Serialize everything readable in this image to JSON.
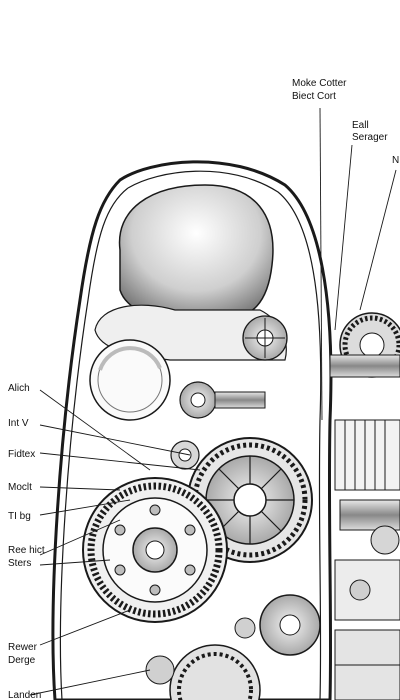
{
  "labels": {
    "top_right_1": "Moke Cotter",
    "top_right_2": "Biect Cort",
    "right_1": "Eall",
    "right_2": "Serager",
    "right_3": "N",
    "left_1": "Alich",
    "left_2": "Int V",
    "left_3": "Fidtex",
    "left_4": "Moclt",
    "left_5": "TI bg",
    "left_6a": "Ree hict",
    "left_6b": "Sters",
    "left_7a": "Rewer",
    "left_7b": "Derge",
    "left_8": "Landen"
  },
  "colors": {
    "line": "#1a1a1a",
    "shade_dark": "#8a8a8a",
    "shade_light": "#e8e8e8",
    "background": "#ffffff"
  }
}
